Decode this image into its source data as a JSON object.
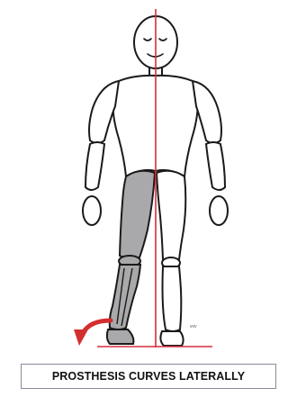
{
  "caption": "PROSTHESIS CURVES LATERALLY",
  "small_mark": "vvv",
  "colors": {
    "outline": "#1a1a1a",
    "prosthesis_fill": "#a9a9ab",
    "reference_line": "#d62e3c",
    "arrow": "#d32f2f",
    "caption_border": "#8a8a9a"
  },
  "icons": {
    "figure": "human-figure-front-view",
    "prosthesis": "prosthetic-leg",
    "arrow": "curved-arrow-lateral"
  }
}
